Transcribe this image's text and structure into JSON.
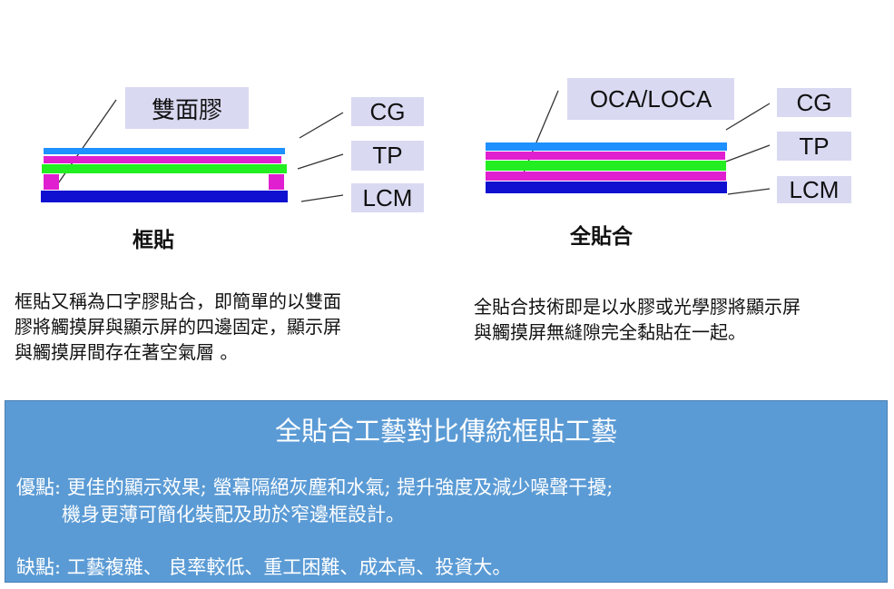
{
  "left_diagram": {
    "adhesive_label": "雙面膠",
    "layers": {
      "cg": "CG",
      "tp": "TP",
      "lcm": "LCM"
    },
    "caption": "框貼",
    "description": [
      "框貼又稱為口字膠貼合，即簡單的以雙面",
      "膠將觸摸屏與顯示屏的四邊固定，顯示屏",
      "與觸摸屏間存在著空氣層 。"
    ]
  },
  "right_diagram": {
    "adhesive_label": "OCA/LOCA",
    "layers": {
      "cg": "CG",
      "tp": "TP",
      "lcm": "LCM"
    },
    "caption": "全貼合",
    "description": [
      "全貼合技術即是以水膠或光學膠將顯示屏",
      "與觸摸屏無縫隙完全黏貼在一起。"
    ]
  },
  "comparison": {
    "title": "全貼合工藝對比傳統框貼工藝",
    "pros_line1": "優點: 更佳的顯示效果; 螢幕隔絕灰塵和水氣; 提升強度及減少噪聲干擾;",
    "pros_line2": "機身更薄可簡化裝配及助於窄邊框設計。",
    "cons": "缺點: 工藝複雜、 良率較低、重工困難、成本高、投資大。"
  },
  "colors": {
    "cg": "#1e90ff",
    "adhesive": "#e020d0",
    "tp": "#22ee22",
    "lcm": "#1010d0",
    "label_bg": "#d9d9f2",
    "panel_bg": "#5b9bd5"
  }
}
